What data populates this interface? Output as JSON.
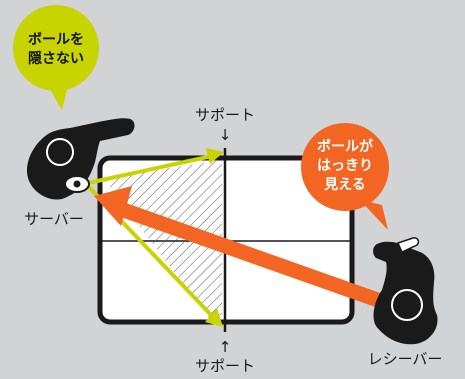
{
  "bubbles": {
    "hide_ball": {
      "line1": "ボールを",
      "line2": "隠さない",
      "color": "#c8d400"
    },
    "ball_visible": {
      "line1": "ボールが",
      "line2": "はっきり",
      "line3": "見える",
      "color": "#f26522"
    }
  },
  "labels": {
    "support_top": "サポート",
    "support_bottom": "サポート",
    "server": "サーバー",
    "receiver": "レシーバー",
    "arrow_down": "↓",
    "arrow_up": "↑"
  },
  "colors": {
    "background": "#d2d3d4",
    "table_fill": "#ffffff",
    "table_stroke": "#1a1a1a",
    "player": "#1a1a1a",
    "sightline": "#f26522",
    "serve_path": "#c8d400"
  }
}
